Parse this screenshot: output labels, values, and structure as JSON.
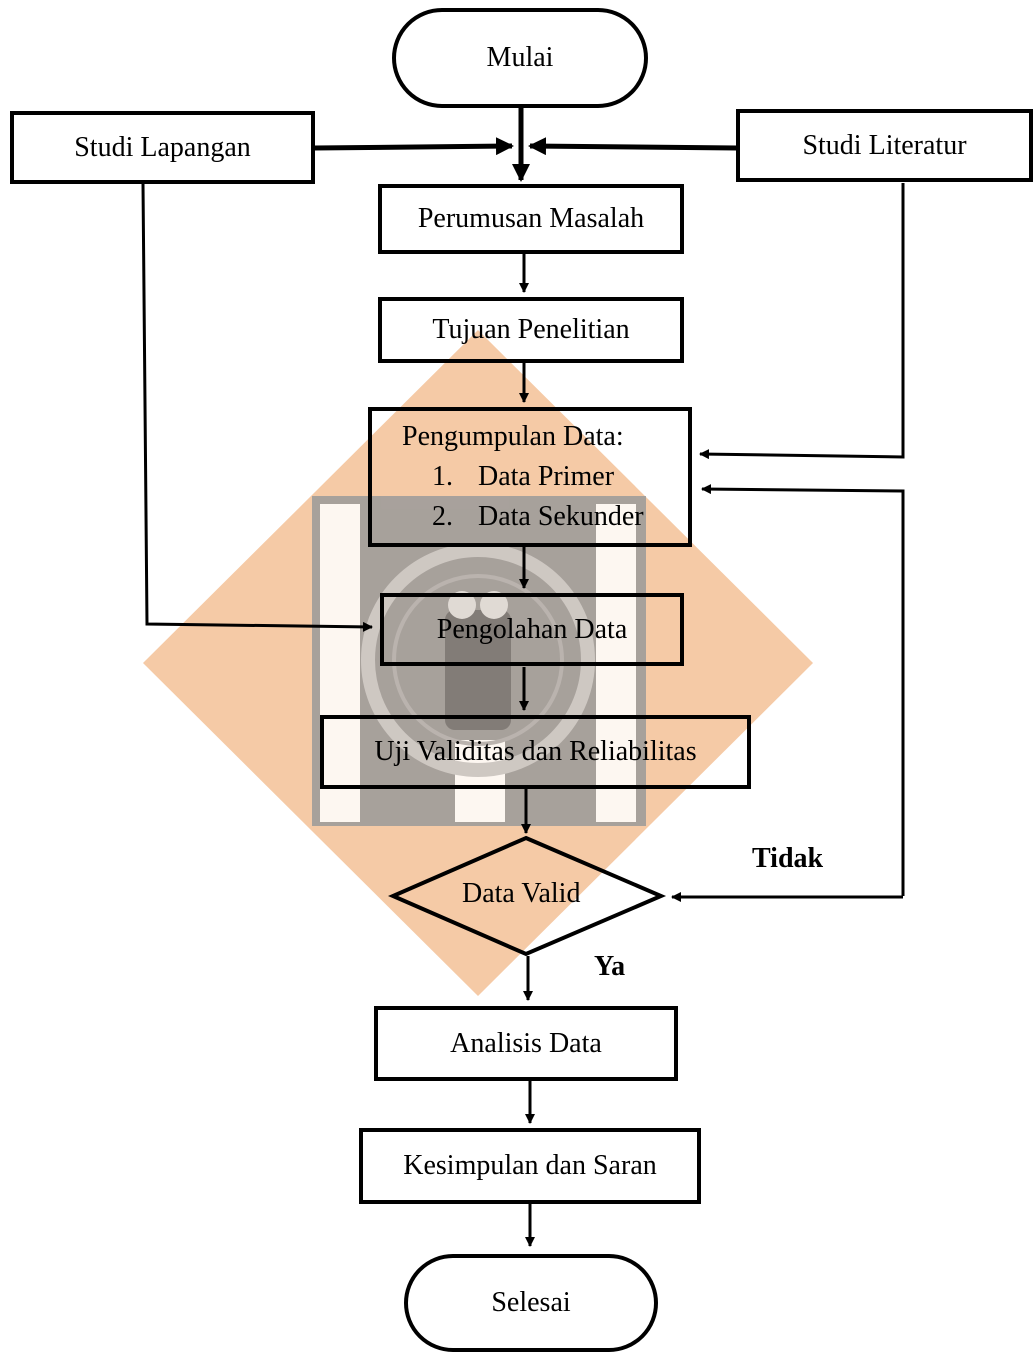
{
  "nodes": {
    "start": "Mulai",
    "field_study": "Studi Lapangan",
    "literature_study": "Studi Literatur",
    "problem_formulation": "Perumusan Masalah",
    "research_objective": "Tujuan Penelitian",
    "data_collection": {
      "title": "Pengumpulan Data:",
      "items": [
        {
          "num": "1.",
          "text": "Data Primer"
        },
        {
          "num": "2.",
          "text": "Data Sekunder"
        }
      ]
    },
    "data_processing": "Pengolahan Data",
    "validity_test": "Uji Validitas dan Reliabilitas",
    "decision": "Data Valid",
    "data_analysis": "Analisis Data",
    "conclusion": "Kesimpulan dan Saran",
    "end": "Selesai"
  },
  "branch_labels": {
    "no": "Tidak",
    "yes": "Ya"
  },
  "colors": {
    "stroke": "#000000",
    "watermark_diamond": "#f5caa6",
    "watermark_logo": "#9a9a9a"
  }
}
